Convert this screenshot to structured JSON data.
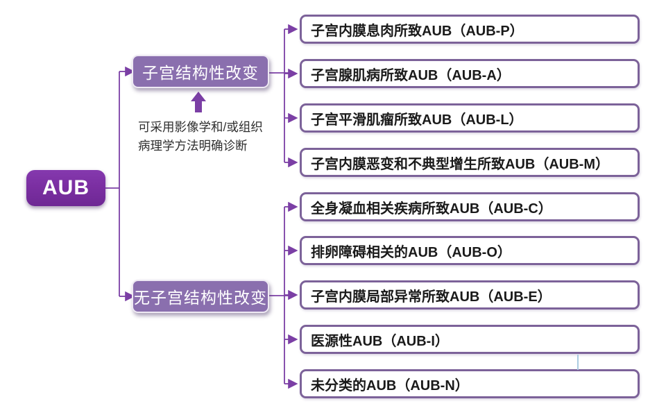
{
  "root": {
    "label": "AUB"
  },
  "branches": [
    {
      "label": "子宫结构性改变"
    },
    {
      "label": "无子宫结构性改变"
    }
  ],
  "note": {
    "line1": "可采用影像学和/或组织",
    "line2": "病理学方法明确诊断"
  },
  "leaves": [
    {
      "label": "子宫内膜息肉所致AUB（AUB-P）"
    },
    {
      "label": "子宫腺肌病所致AUB（AUB-A）"
    },
    {
      "label": "子宫平滑肌瘤所致AUB（AUB-L）"
    },
    {
      "label": "子宫内膜恶变和不典型增生所致AUB（AUB-M）"
    },
    {
      "label": "全身凝血相关疾病所致AUB（AUB-C）"
    },
    {
      "label": "排卵障碍相关的AUB（AUB-O）"
    },
    {
      "label": "子宫内膜局部异常所致AUB（AUB-E）"
    },
    {
      "label": "医源性AUB（AUB-I）"
    },
    {
      "label": "未分类的AUB（AUB-N）"
    }
  ],
  "colors": {
    "root_box": "#7B2FA2",
    "branch_box": "#8A6FAE",
    "leaf_border": "#7C6299",
    "connector": "#7B3FA5",
    "text": "#1A1A1A",
    "note_text": "#2E2E2E",
    "stray_line": "#AACBE2"
  }
}
